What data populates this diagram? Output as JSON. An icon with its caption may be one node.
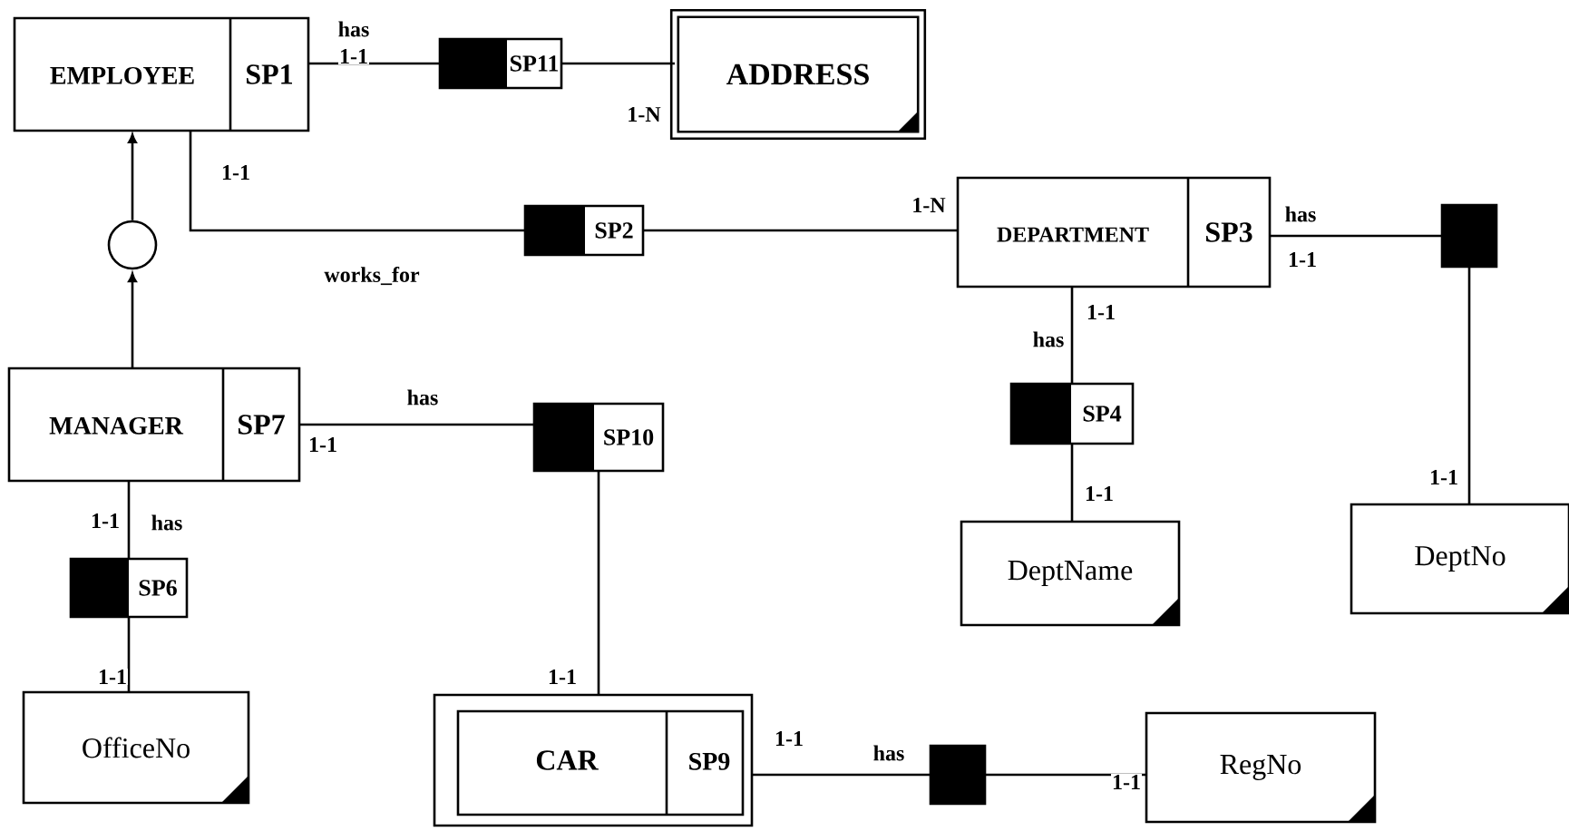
{
  "diagram": {
    "nodes": [
      {
        "text": [
          "EMPLOYEE",
          "SP1"
        ]
      },
      {
        "text": [
          "SP11"
        ]
      },
      {
        "text": [
          "ADDRESS"
        ]
      },
      {
        "text": [],
        "shape": "circle"
      },
      {
        "text": [
          "SP2"
        ]
      },
      {
        "text": [
          "DEPARTMENT",
          "SP3"
        ]
      },
      {
        "text": [],
        "shape": "box"
      },
      {
        "text": [
          "SP4"
        ]
      },
      {
        "text": [
          "DeptName"
        ]
      },
      {
        "text": [
          "DeptNo"
        ]
      },
      {
        "text": [
          "MANAGER",
          "SP7"
        ]
      },
      {
        "text": [
          "SP10"
        ]
      },
      {
        "text": [
          "SP6"
        ]
      },
      {
        "text": [
          "OfficeNo"
        ]
      },
      {
        "text": [
          "CAR",
          "SP9"
        ]
      },
      {
        "text": [],
        "shape": "box"
      },
      {
        "text": [
          "RegNo"
        ]
      }
    ],
    "edges": [
      {
        "from": 0,
        "to": 1,
        "arrow": "none",
        "label": "has"
      },
      {
        "from": 1,
        "to": 2,
        "arrow": "none"
      },
      {
        "from": 0,
        "to": 4,
        "arrow": "none",
        "label": "works_for"
      },
      {
        "from": 4,
        "to": 5,
        "arrow": "none"
      },
      {
        "from": 3,
        "to": 0,
        "arrow": "to"
      },
      {
        "from": 10,
        "to": 3,
        "arrow": "to"
      },
      {
        "from": 5,
        "to": 6,
        "arrow": "none",
        "label": "has"
      },
      {
        "from": 6,
        "to": 9,
        "arrow": "none"
      },
      {
        "from": 5,
        "to": 7,
        "arrow": "none",
        "label": "has"
      },
      {
        "from": 7,
        "to": 8,
        "arrow": "none"
      },
      {
        "from": 10,
        "to": 11,
        "arrow": "none",
        "label": "has"
      },
      {
        "from": 11,
        "to": 14,
        "arrow": "none"
      },
      {
        "from": 10,
        "to": 12,
        "arrow": "none",
        "label": "has"
      },
      {
        "from": 12,
        "to": 13,
        "arrow": "none"
      },
      {
        "from": 14,
        "to": 15,
        "arrow": "none",
        "label": "has"
      },
      {
        "from": 15,
        "to": 16,
        "arrow": "none"
      }
    ],
    "labels": [
      "1-1",
      "1-N",
      "1-1",
      "1-N",
      "1-1",
      "1-1",
      "1-1",
      "1-1",
      "1-1",
      "1-1",
      "1-1",
      "1-1",
      "1-1",
      "1-1"
    ]
  }
}
